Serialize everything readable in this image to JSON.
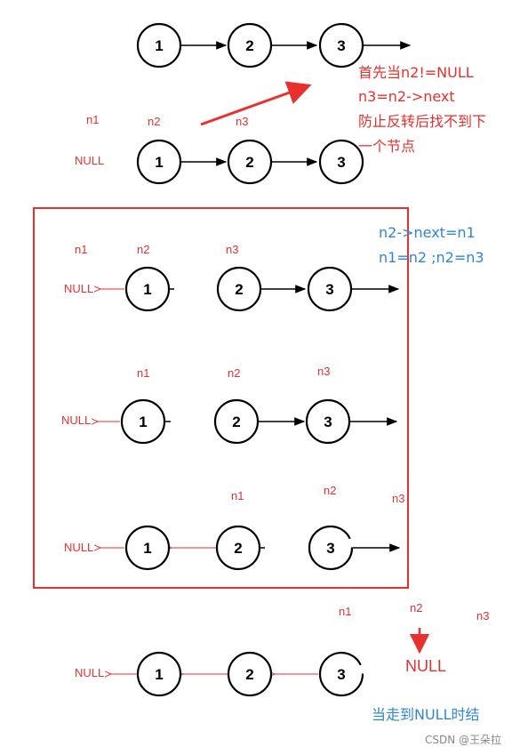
{
  "nodes": [
    "1",
    "2",
    "3"
  ],
  "labels": {
    "n1": "n1",
    "n2": "n2",
    "n3": "n3",
    "null": "NULL"
  },
  "notes": {
    "top_red": [
      "首先当n2!=NULL",
      "n3=n2->next",
      "防止反转后找不到下",
      "一个节点"
    ],
    "box_blue": [
      "n2->next=n1",
      "n1=n2 ;n2=n3"
    ],
    "bottom_null": "NULL",
    "bottom_blue": "当走到NULL时结"
  },
  "watermark": "CSDN @王朵拉",
  "colors": {
    "red": "#e8312f",
    "blue": "#2f86d9",
    "black": "#000000"
  }
}
